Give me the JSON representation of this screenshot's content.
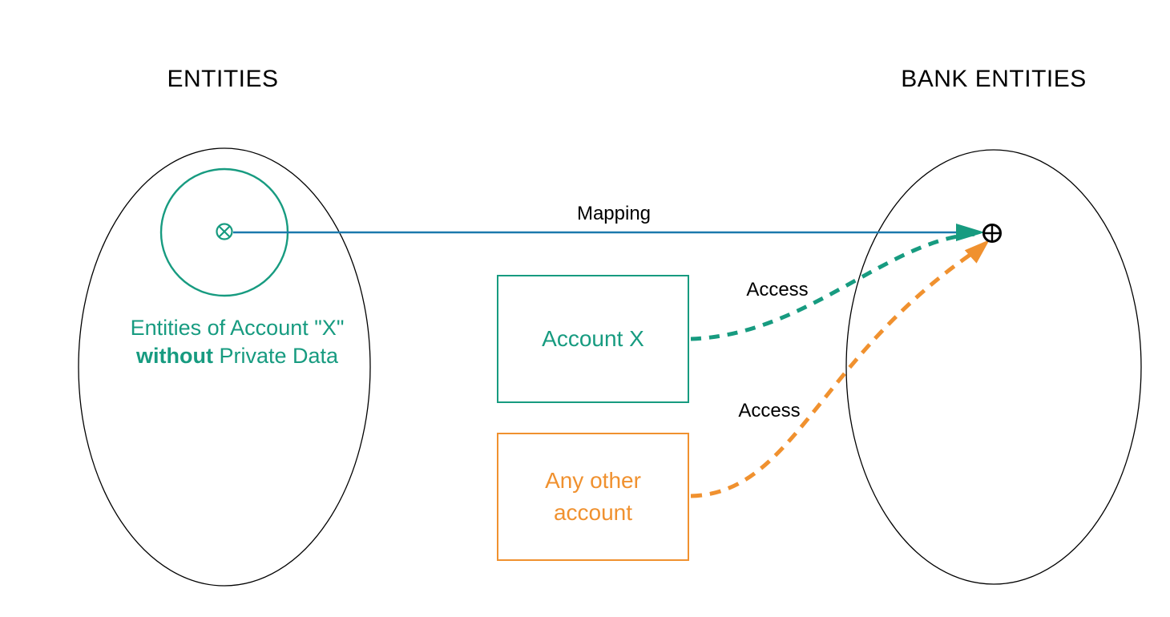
{
  "left": {
    "title": "ENTITIES",
    "inner_label": {
      "line1": "Entities of Account \"X\"",
      "line2_bold": "without",
      "line2_rest": " Private Data"
    }
  },
  "right": {
    "title": "BANK ENTITIES"
  },
  "boxes": {
    "account_x": {
      "label": "Account X"
    },
    "other_account": {
      "line1": "Any other",
      "line2": "account"
    }
  },
  "edges": {
    "mapping": {
      "label": "Mapping",
      "style": "solid"
    },
    "access_teal": {
      "label": "Access",
      "style": "dashed"
    },
    "access_orange": {
      "label": "Access",
      "style": "dashed"
    }
  },
  "icons": {
    "source_symbol": "circled-times",
    "target_symbol": "circled-plus"
  },
  "colors": {
    "teal": "#179b80",
    "blue": "#1b79ad",
    "orange": "#f0912f",
    "outline": "#000000"
  }
}
